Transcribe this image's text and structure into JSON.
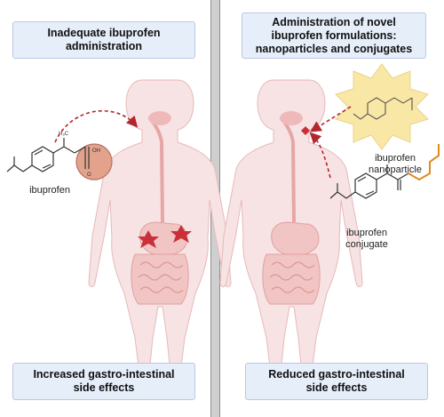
{
  "left_panel": {
    "title": "Inadequate ibuprofen\nadministration",
    "molecule_label": "ibuprofen",
    "footer": "Increased gastro-intestinal\nside effects"
  },
  "right_panel": {
    "title": "Administration of novel\nibuprofen formulations:\nnanoparticles and conjugates",
    "nanoparticle_label": "ibuprofen\nnanoparticle",
    "conjugate_label": "ibuprofen\nconjugate",
    "footer": "Reduced gastro-intestinal\nside effects"
  },
  "atom_labels": {
    "oh": "OH",
    "o": "O",
    "ch3": "H₃C"
  },
  "colors": {
    "box_fill": "#e6eef9",
    "box_border": "#b9c8e2",
    "body_fill": "#f7e3e3",
    "organ_fill": "#f2c5c5",
    "star_red": "#c9303a",
    "arrow_red": "#b3262e",
    "carboxyl_circle": "#e3a28c",
    "nanoparticle_yellow": "#f9e7a6",
    "conjugate_orange": "#e08a1e",
    "divider": "#cfcfcf"
  }
}
